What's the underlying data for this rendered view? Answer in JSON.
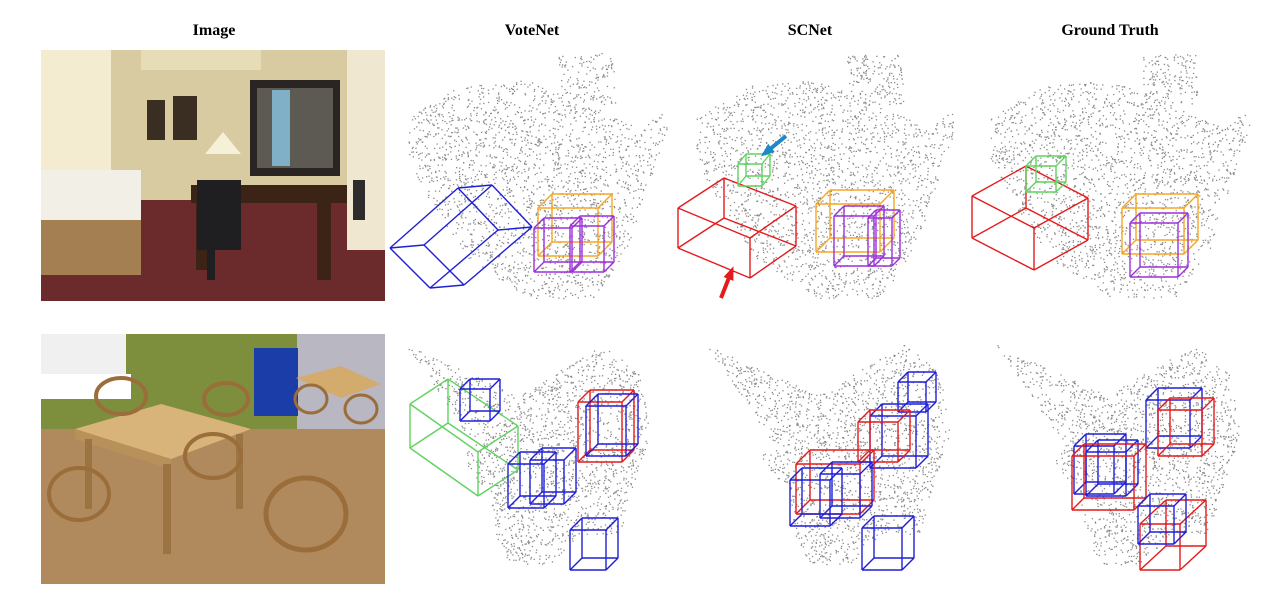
{
  "figure": {
    "column_headers": [
      "Image",
      "VoteNet",
      "SCNet",
      "Ground Truth"
    ],
    "rows": [
      {
        "photo": "hotel-room-photo",
        "panels": [
          {
            "method": "VoteNet",
            "boxes": [
              "blue",
              "orange",
              "purple",
              "purple"
            ]
          },
          {
            "method": "SCNet",
            "boxes": [
              "red",
              "green",
              "orange",
              "purple",
              "purple"
            ],
            "arrows": [
              "red",
              "blue"
            ]
          },
          {
            "method": "Ground Truth",
            "boxes": [
              "red",
              "green",
              "orange",
              "purple",
              "purple"
            ]
          }
        ]
      },
      {
        "photo": "dining-room-photo",
        "panels": [
          {
            "method": "VoteNet",
            "boxes": [
              "green",
              "blue",
              "blue",
              "red",
              "blue",
              "blue",
              "blue"
            ]
          },
          {
            "method": "SCNet",
            "boxes": [
              "blue",
              "blue",
              "red",
              "red",
              "blue",
              "blue",
              "blue"
            ]
          },
          {
            "method": "Ground Truth",
            "boxes": [
              "blue",
              "red",
              "blue",
              "blue",
              "blue",
              "red"
            ]
          }
        ]
      }
    ]
  },
  "colors": {
    "red": "#e41a1c",
    "blue": "#1f1fd6",
    "green": "#5fd35f",
    "orange": "#f5a623",
    "purple": "#9b30d9",
    "arrow_blue": "#1e88c8",
    "points": "#8a8a8a"
  }
}
